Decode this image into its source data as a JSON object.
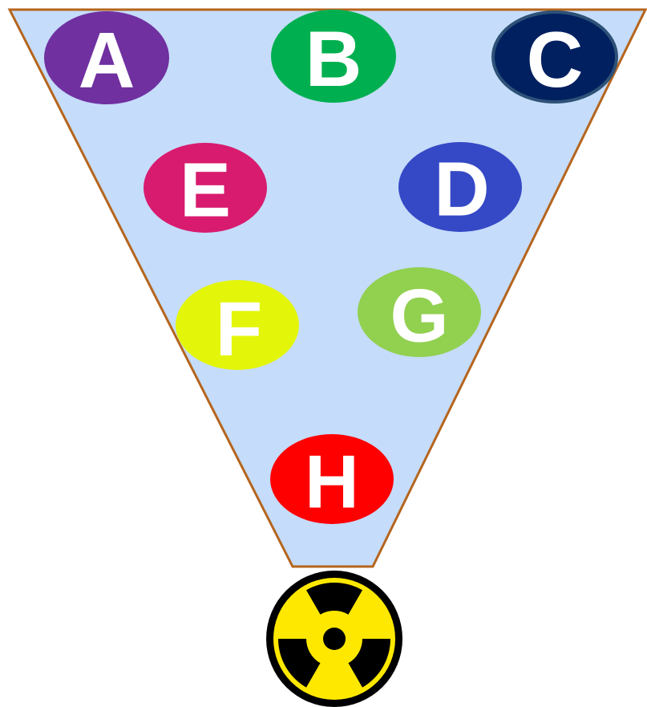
{
  "funnel": {
    "fill": "#c5dcfa",
    "stroke": "#b5651d"
  },
  "nodes": [
    {
      "id": "a",
      "label": "A",
      "color": "#7030a0"
    },
    {
      "id": "b",
      "label": "B",
      "color": "#00b050"
    },
    {
      "id": "c",
      "label": "C",
      "color": "#002060",
      "outline": "#2e5177"
    },
    {
      "id": "e",
      "label": "E",
      "color": "#d81b6e"
    },
    {
      "id": "d",
      "label": "D",
      "color": "#3549c6"
    },
    {
      "id": "f",
      "label": "F",
      "color": "#e3f60a"
    },
    {
      "id": "g",
      "label": "G",
      "color": "#92d050"
    },
    {
      "id": "h",
      "label": "H",
      "color": "#ff0000"
    }
  ],
  "hazard_symbol": {
    "icon": "radiation-trefoil-icon",
    "fill": "#ffe800",
    "mark": "#000000"
  }
}
